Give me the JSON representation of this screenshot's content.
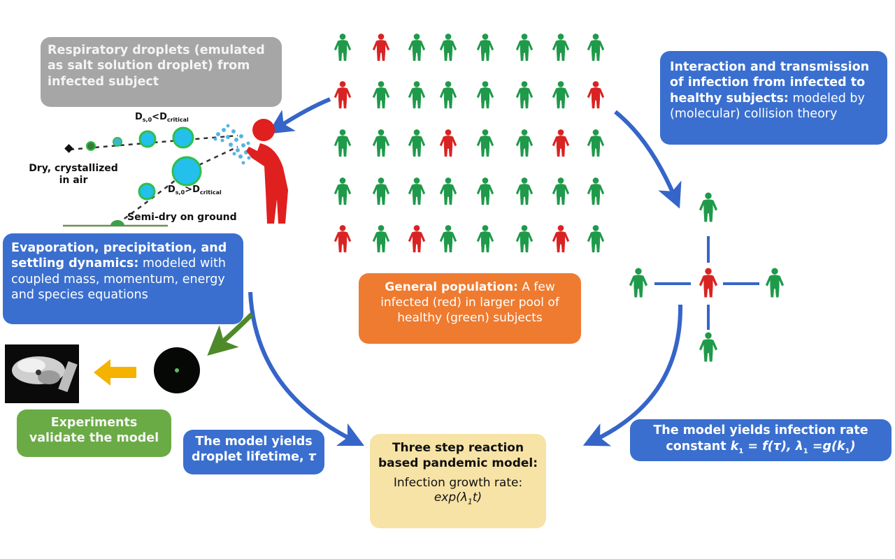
{
  "boxes": {
    "respiratory": {
      "text": "Respiratory droplets (emulated as salt solution droplet) from infected subject",
      "color": "#a6a6a6"
    },
    "interaction": {
      "bold": "Interaction and transmission of infection from infected to healthy subjects:",
      "normal": " modeled by (molecular) collision theory",
      "color": "#3a6fcf"
    },
    "evaporation": {
      "bold": "Evaporation, precipitation, and settling dynamics:",
      "normal": " modeled with coupled mass, momentum, energy and species equations",
      "color": "#3a6fcf"
    },
    "population": {
      "bold": "General population:",
      "normal": " A few infected (red) in larger pool of healthy (green) subjects",
      "color": "#ee7b30"
    },
    "experiments": {
      "text": "Experiments validate the model",
      "color": "#6aab45"
    },
    "lifetime": {
      "line1": "The model yields",
      "line2": "droplet lifetime,",
      "symbol": "τ",
      "color": "#3a6fcf"
    },
    "pandemic": {
      "title": "Three step reaction based pandemic model:",
      "subtitle": "Infection growth rate:",
      "formula_pre": "exp(λ",
      "formula_sub": "1",
      "formula_post": "t)",
      "color": "#f7e3a6"
    },
    "rate": {
      "line1": "The model yields infection rate",
      "line2_pre": "constant ",
      "k": "k",
      "k_sub": "1",
      "eq1": " = f(τ), ",
      "lambda": "λ",
      "lambda_sub": "1",
      "eq2": " =g(k",
      "eq2_sub": "1",
      "eq2_post": ")",
      "color": "#3a6fcf"
    }
  },
  "droplet_labels": {
    "small_case_D": "D",
    "small_case_sub": "s,0",
    "small_case_op": "<D",
    "small_case_crit": "critical",
    "large_case_D": "D",
    "large_case_sub": "s,0",
    "large_case_op": ">D",
    "large_case_crit": "critical",
    "dry": "Dry, crystallized in air",
    "semi_dry": "Semi-dry on ground"
  },
  "population_grid": {
    "rows": 5,
    "cols": 8,
    "infected_color": "#d92323",
    "healthy_color": "#1f9a4a",
    "status": [
      [
        "G",
        "R",
        "G",
        "G",
        "G",
        "G",
        "G",
        "G"
      ],
      [
        "R",
        "G",
        "G",
        "G",
        "G",
        "G",
        "G",
        "R"
      ],
      [
        "G",
        "G",
        "G",
        "R",
        "G",
        "G",
        "R",
        "G"
      ],
      [
        "G",
        "G",
        "G",
        "G",
        "G",
        "G",
        "G",
        "G"
      ],
      [
        "R",
        "G",
        "R",
        "G",
        "G",
        "G",
        "R",
        "G"
      ]
    ]
  },
  "interaction_cluster": {
    "center": "R",
    "neighbors": [
      "G",
      "G",
      "G",
      "G"
    ]
  },
  "arrow_colors": {
    "blue": "#3565c8",
    "green": "#4e8a2a",
    "yellow": "#f5b300"
  }
}
